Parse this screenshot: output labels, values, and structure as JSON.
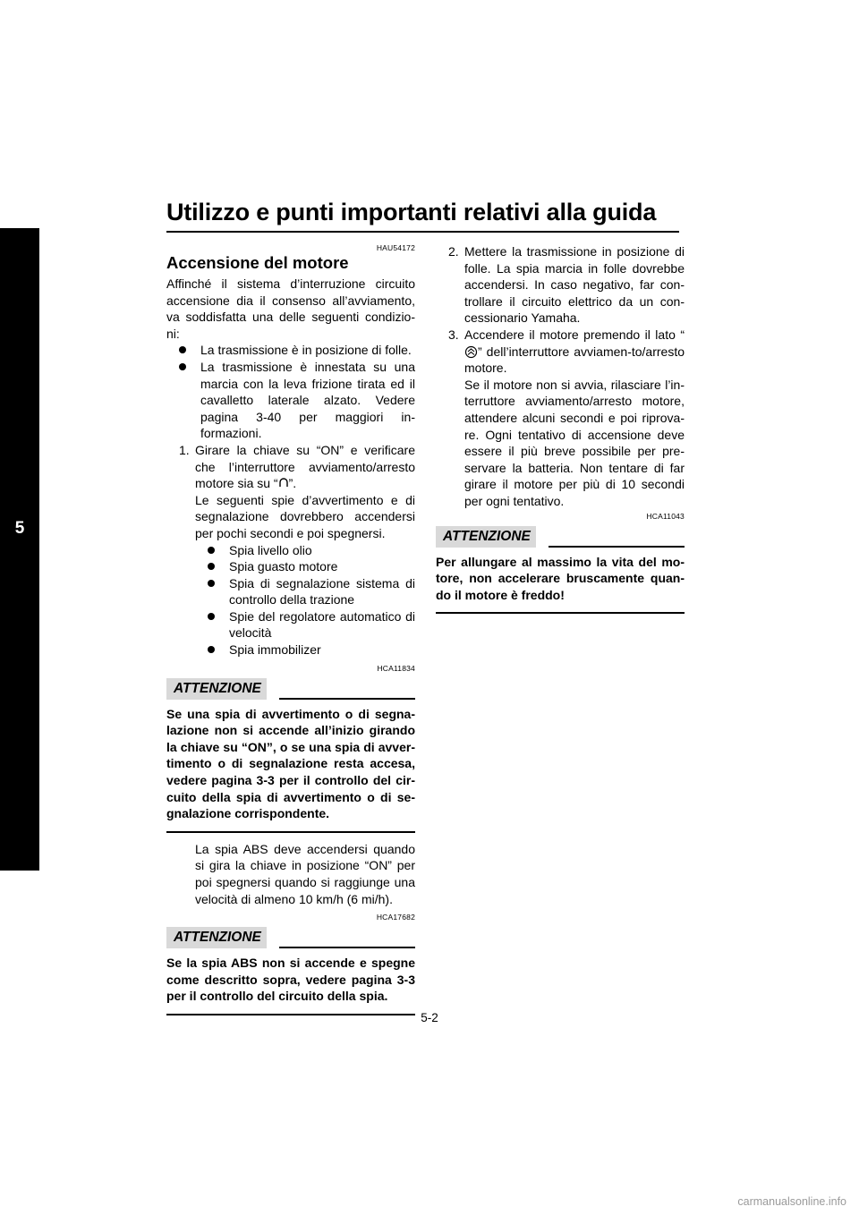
{
  "header": {
    "title": "Utilizzo e punti importanti relativi alla guida",
    "chapter": "5"
  },
  "left_column": {
    "section_code": "HAU54172",
    "section_title": "Accensione del motore",
    "intro": "Affinché il sistema d’interruzione circuito accensione dia il consenso all’avviamento, va soddisfatta una delle seguenti condizio-ni:",
    "conditions": [
      "La trasmissione è in posizione di folle.",
      "La trasmissione è innestata su una marcia con la leva frizione tirata ed il cavalletto laterale alzato. Vedere pagina 3-40 per maggiori in-formazioni."
    ],
    "step1": {
      "number": "1.",
      "text_before_icon": "Girare la chiave su “ON” e verificare che l’interruttore avviamento/arresto motore sia su “",
      "text_after_icon": "”.",
      "text2": "Le seguenti spie d’avvertimento e di segnalazione dovrebbero accendersi per pochi secondi e poi spegnersi.",
      "lights": [
        "Spia livello olio",
        "Spia guasto motore",
        "Spia di segnalazione sistema di controllo della trazione",
        "Spie del regolatore automatico di velocità",
        "Spia immobilizer"
      ]
    },
    "attention1": {
      "code": "HCA11834",
      "label": "ATTENZIONE",
      "text": "Se una spia di avvertimento o di segna-lazione non si accende all’inizio girando la chiave su “ON”, o se una spia di avver-timento o di segnalazione resta accesa, vedere pagina 3-3 per il controllo del cir-cuito della spia di avvertimento o di se-gnalazione corrispondente."
    },
    "abs_note": "La spia ABS deve accendersi quando si gira la chiave in posizione “ON” per poi spegnersi quando si raggiunge una velocità di almeno 10 km/h (6 mi/h).",
    "attention2": {
      "code": "HCA17682",
      "label": "ATTENZIONE",
      "text": "Se la spia ABS non si accende e spegne come descritto sopra, vedere pagina 3-3 per il controllo del circuito della spia."
    }
  },
  "right_column": {
    "step2": {
      "number": "2.",
      "text": "Mettere la trasmissione in posizione di folle. La spia marcia in folle dovrebbe accendersi. In caso negativo, far con-trollare il circuito elettrico da un con-cessionario Yamaha."
    },
    "step3": {
      "number": "3.",
      "text_before_icon": "Accendere il motore premendo il lato “",
      "text_after_icon": "” dell’interruttore avviamen-to/arresto motore.",
      "text2": "Se il motore non si avvia, rilasciare l’in-terruttore avviamento/arresto motore, attendere alcuni secondi e poi riprova-re. Ogni tentativo di accensione deve essere il più breve possibile per pre-servare la batteria. Non tentare di far girare il motore per più di 10 secondi per ogni tentativo."
    },
    "attention3": {
      "code": "HCA11043",
      "label": "ATTENZIONE",
      "text": "Per allungare al massimo la vita del mo-tore, non accelerare bruscamente quan-do il motore è freddo!"
    }
  },
  "footer": {
    "page_number": "5-2",
    "watermark": "carmanualsonline.info"
  },
  "icons": {
    "run_icon": "engine-run-icon",
    "start_icon": "engine-start-icon"
  }
}
